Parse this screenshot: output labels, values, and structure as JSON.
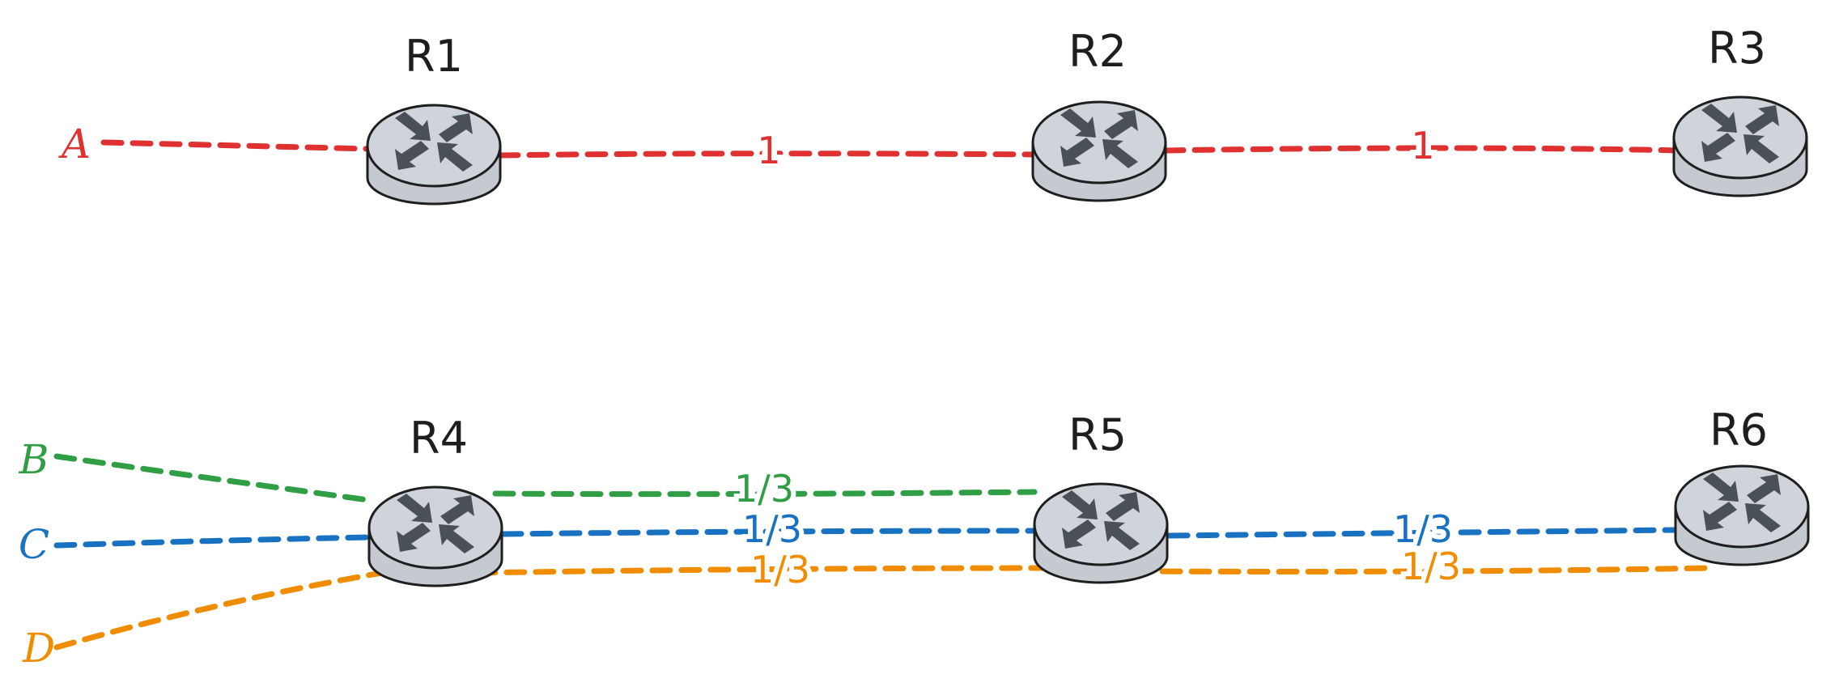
{
  "colors": {
    "flow_a": "#e03131",
    "flow_b": "#2f9e44",
    "flow_c": "#1971c2",
    "flow_d": "#f08c00",
    "router_top": "#ced4da",
    "router_side": "#c5cad0",
    "router_stroke": "#1e1e1e",
    "router_arrow": "#495057",
    "label_text": "#1e1e1e"
  },
  "routers": [
    {
      "id": "R1",
      "label": "R1",
      "icon": "router-icon"
    },
    {
      "id": "R2",
      "label": "R2",
      "icon": "router-icon"
    },
    {
      "id": "R3",
      "label": "R3",
      "icon": "router-icon"
    },
    {
      "id": "R4",
      "label": "R4",
      "icon": "router-icon"
    },
    {
      "id": "R5",
      "label": "R5",
      "icon": "router-icon"
    },
    {
      "id": "R6",
      "label": "R6",
      "icon": "router-icon"
    }
  ],
  "flows": [
    {
      "id": "A",
      "label": "A",
      "color": "flow_a",
      "links": [
        {
          "from": "R1",
          "to": "R2",
          "label": "1"
        },
        {
          "from": "R2",
          "to": "R3",
          "label": "1"
        }
      ]
    },
    {
      "id": "B",
      "label": "B",
      "color": "flow_b",
      "links": [
        {
          "from": "R4",
          "to": "R5",
          "label": "1/3"
        }
      ]
    },
    {
      "id": "C",
      "label": "C",
      "color": "flow_c",
      "links": [
        {
          "from": "R4",
          "to": "R5",
          "label": "1/3"
        },
        {
          "from": "R5",
          "to": "R6",
          "label": "1/3"
        }
      ]
    },
    {
      "id": "D",
      "label": "D",
      "color": "flow_d",
      "links": [
        {
          "from": "R4",
          "to": "R5",
          "label": "1/3"
        },
        {
          "from": "R5",
          "to": "R6",
          "label": "1/3"
        }
      ]
    }
  ]
}
